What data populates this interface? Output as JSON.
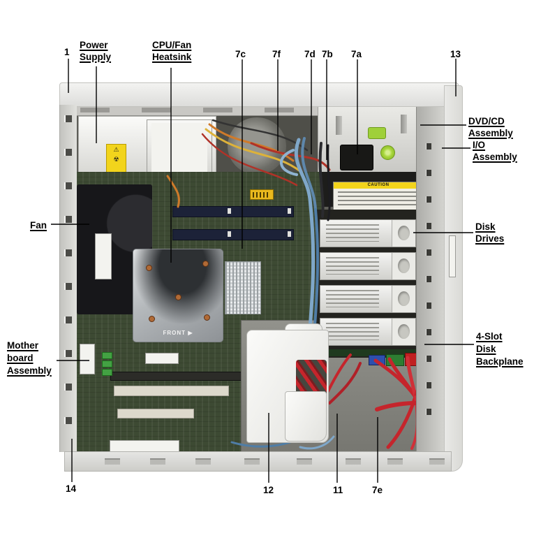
{
  "colors": {
    "background": "#ffffff",
    "callout_text": "#000000",
    "chassis_light": "#e9e9e7",
    "interior_dark": "#5e5e58",
    "motherboard_green": "#3d4a33",
    "heatsink_silver": "#b4b8bb",
    "fan_black": "#17171a",
    "cable_red": "#c5252c",
    "cable_blue": "#7fa7c9",
    "cable_orange": "#cf7a2a",
    "cable_yellow": "#ddb23a",
    "latch_green": "#9fd03a",
    "warning_yellow": "#f2d41c",
    "connector_blue": "#2d4fae",
    "connector_green": "#2e7d32"
  },
  "callouts": {
    "num_1": "1",
    "power_supply": [
      "Power",
      "Supply"
    ],
    "cpu_fan_heatsink": [
      "CPU/Fan",
      "Heatsink"
    ],
    "num_7c": "7c",
    "num_7f": "7f",
    "num_7d": "7d",
    "num_7b": "7b",
    "num_7a": "7a",
    "num_13": "13",
    "dvd_cd_assembly": [
      "DVD/CD",
      "Assembly"
    ],
    "io_assembly": [
      "I/O",
      "Assembly"
    ],
    "disk_drives": [
      "Disk",
      "Drives"
    ],
    "four_slot_disk_backplane": [
      "4-Slot",
      "Disk",
      "Backplane"
    ],
    "fan": "Fan",
    "motherboard_assembly": [
      "Mother",
      "board",
      "Assembly"
    ],
    "num_14": "14",
    "num_12": "12",
    "num_11": "11",
    "num_7e": "7e"
  },
  "photo_text": {
    "caution_label": "CAUTION",
    "heatsink_front": "FRONT",
    "heatsink_front_arrow": "▶",
    "warning_glyph_1": "⚠",
    "warning_glyph_2": "☢"
  }
}
